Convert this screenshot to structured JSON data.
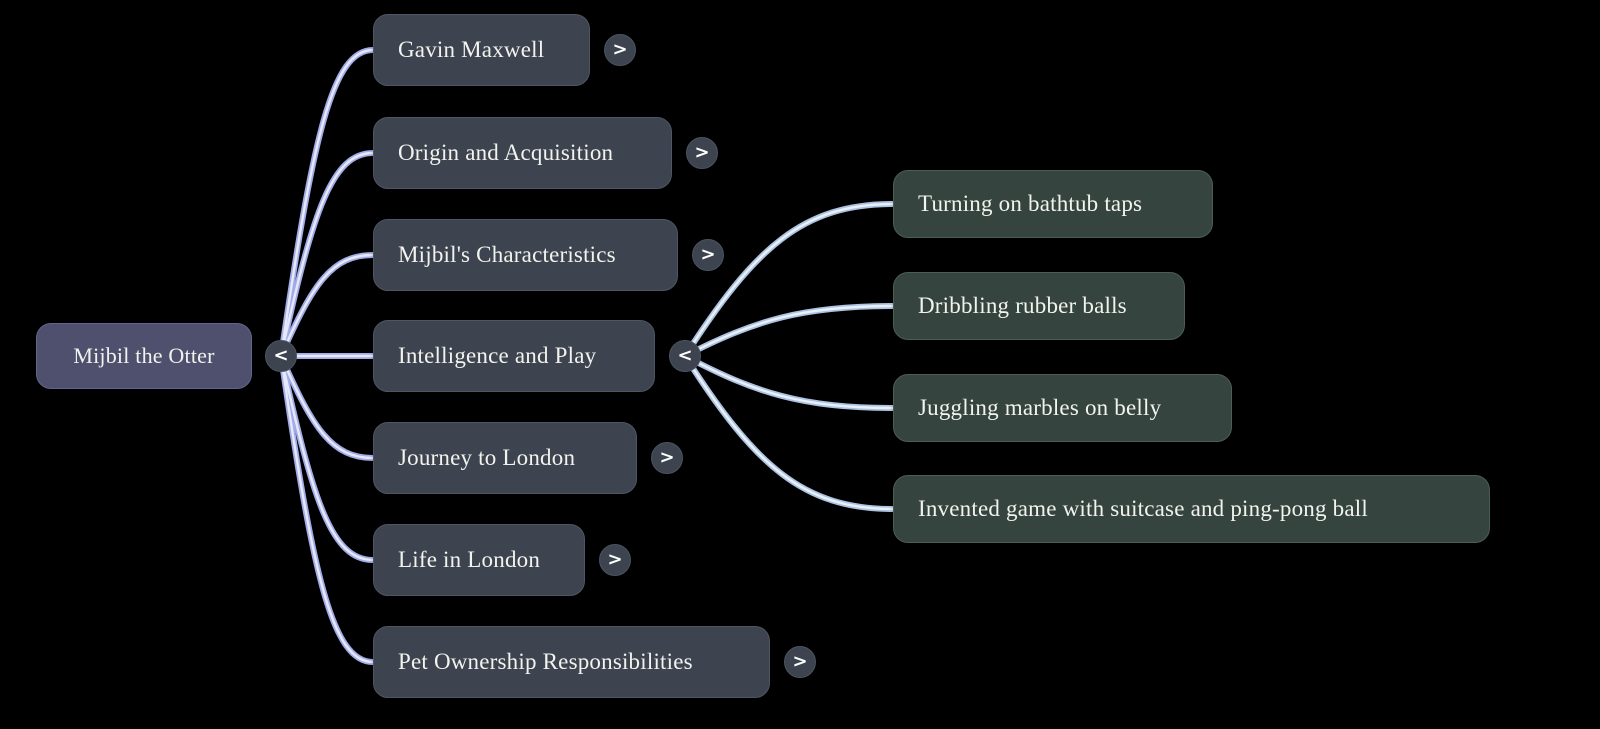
{
  "diagram": {
    "type": "mindmap",
    "root": {
      "label": "Mijbil the Otter",
      "toggle": "<",
      "state": "expanded"
    },
    "topics": [
      {
        "label": "Gavin Maxwell",
        "toggle": ">",
        "state": "collapsed"
      },
      {
        "label": "Origin and Acquisition",
        "toggle": ">",
        "state": "collapsed"
      },
      {
        "label": "Mijbil's Characteristics",
        "toggle": ">",
        "state": "collapsed"
      },
      {
        "label": "Intelligence and Play",
        "toggle": "<",
        "state": "expanded"
      },
      {
        "label": "Journey to London",
        "toggle": ">",
        "state": "collapsed"
      },
      {
        "label": "Life in London",
        "toggle": ">",
        "state": "collapsed"
      },
      {
        "label": "Pet Ownership Responsibilities",
        "toggle": ">",
        "state": "collapsed"
      }
    ],
    "intelligence_children": [
      {
        "label": "Turning on bathtub taps"
      },
      {
        "label": "Dribbling rubber balls"
      },
      {
        "label": "Juggling marbles on belly"
      },
      {
        "label": "Invented game with suitcase and ping-pong ball"
      }
    ],
    "colors": {
      "background": "#000000",
      "root_node_bg": "#4e506e",
      "topic_node_bg": "#3d4450",
      "child_node_bg": "#35443e",
      "node_text": "#f2f3ee",
      "toggle_bg": "#3d4450",
      "edge_left_outer": "#a3ace6",
      "edge_left_core": "#e6e9fa",
      "edge_right_outer": "#adc2e0",
      "edge_right_core": "#e8f0f8"
    }
  }
}
